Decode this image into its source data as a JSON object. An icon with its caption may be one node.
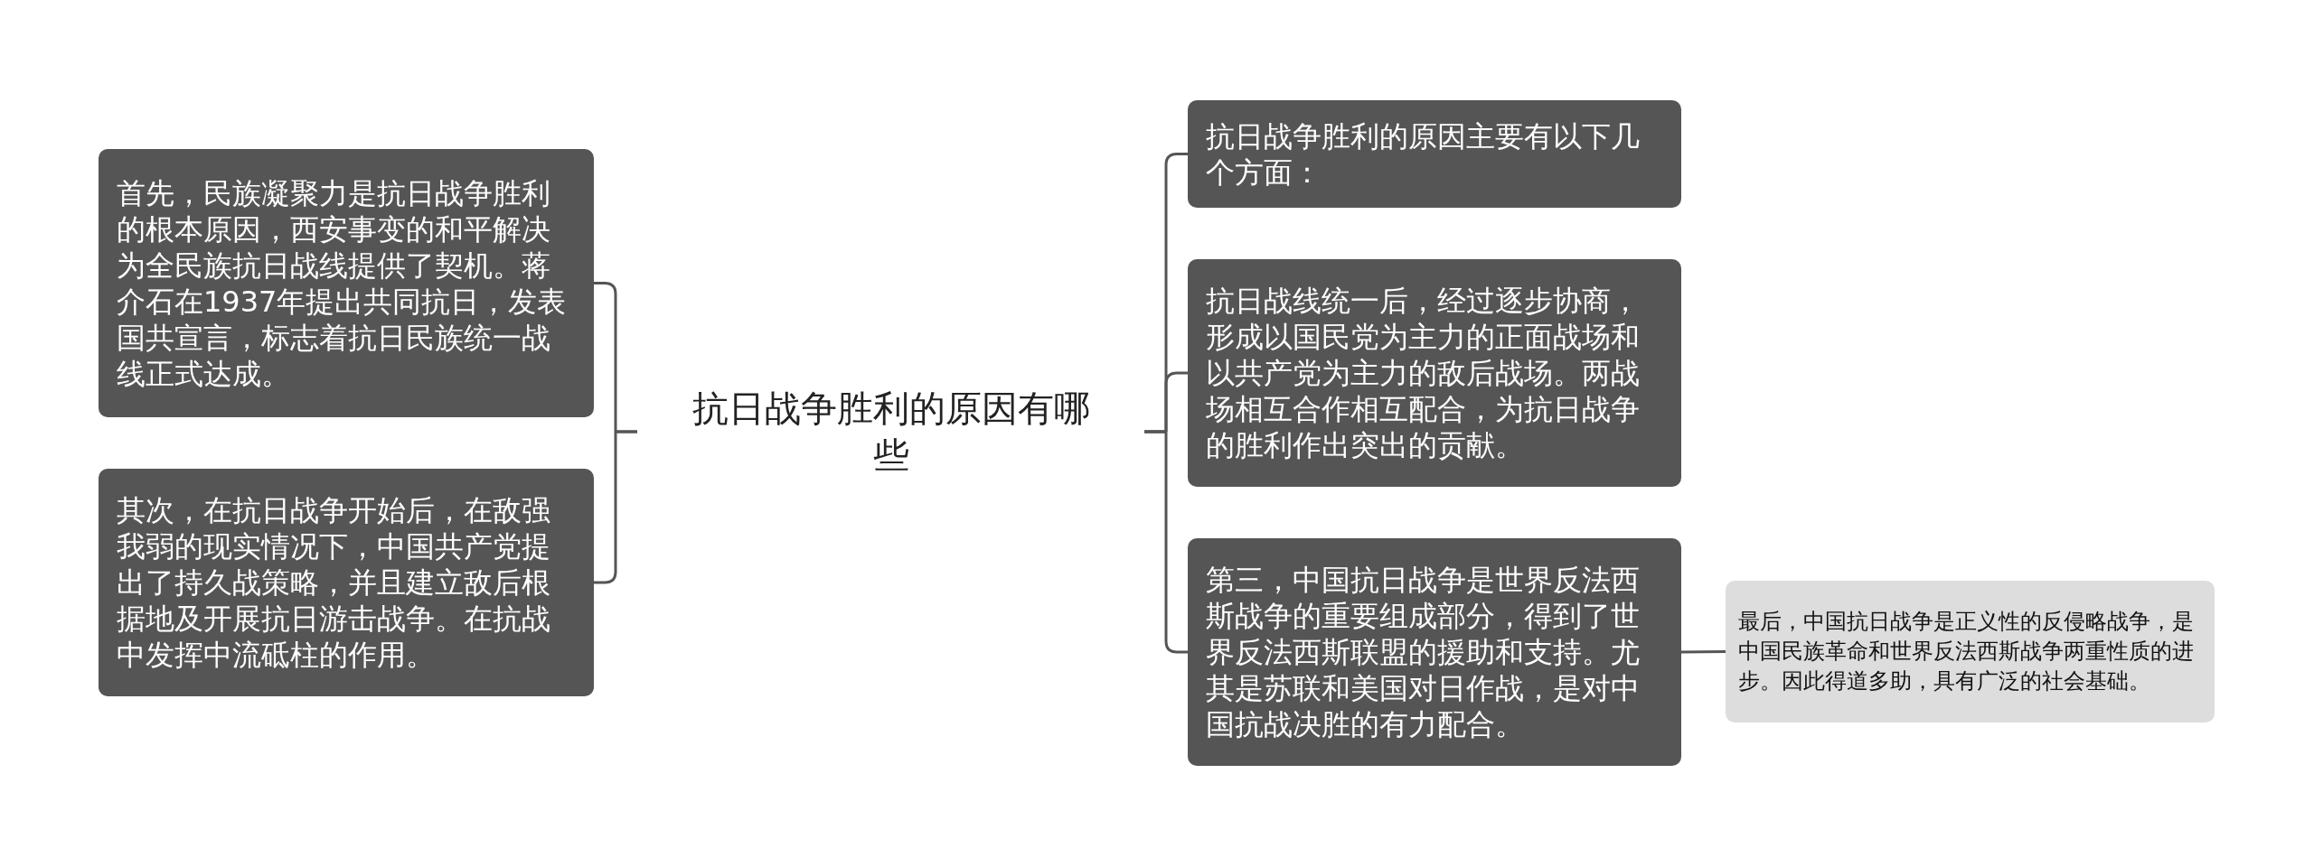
{
  "diagram": {
    "nodes": [
      {
        "text": [
          "抗日战争胜利的原因有哪些"
        ]
      },
      {
        "text": [
          "首先，民族凝聚力是抗日战争胜利的根本原因，西安事变的和平解决为全民族抗日战线提供了契机。蒋介石在1937年提出共同抗日，发表国共宣言，标志着抗日民族统一战线正式达成。"
        ]
      },
      {
        "text": [
          "其次，在抗日战争开始后，在敌强我弱的现实情况下，中国共产党提出了持久战策略，并且建立敌后根据地及开展抗日游击战争。在抗战中发挥中流砥柱的作用。"
        ]
      },
      {
        "text": [
          "抗日战争胜利的原因主要有以下几个方面："
        ]
      },
      {
        "text": [
          "抗日战线统一后，经过逐步协商，形成以国民党为主力的正面战场和以共产党为主力的敌后战场。两战场相互合作相互配合，为抗日战争的胜利作出突出的贡献。"
        ]
      },
      {
        "text": [
          "第三，中国抗日战争是世界反法西斯战争的重要组成部分，得到了世界反法西斯联盟的援助和支持。尤其是苏联和美国对日作战，是对中国抗战决胜的有力配合。"
        ]
      },
      {
        "text": [
          "最后，中国抗日战争是正义性的反侵略战争，是中国民族革命和世界反法西斯战争两重性质的进步。因此得道多助，具有广泛的社会基础。"
        ]
      }
    ],
    "edges": [
      {
        "from": 0,
        "to": 1,
        "arrow": "none"
      },
      {
        "from": 0,
        "to": 2,
        "arrow": "none"
      },
      {
        "from": 0,
        "to": 3,
        "arrow": "none"
      },
      {
        "from": 0,
        "to": 4,
        "arrow": "none"
      },
      {
        "from": 0,
        "to": 5,
        "arrow": "none"
      },
      {
        "from": 5,
        "to": 6,
        "arrow": "none"
      }
    ]
  }
}
